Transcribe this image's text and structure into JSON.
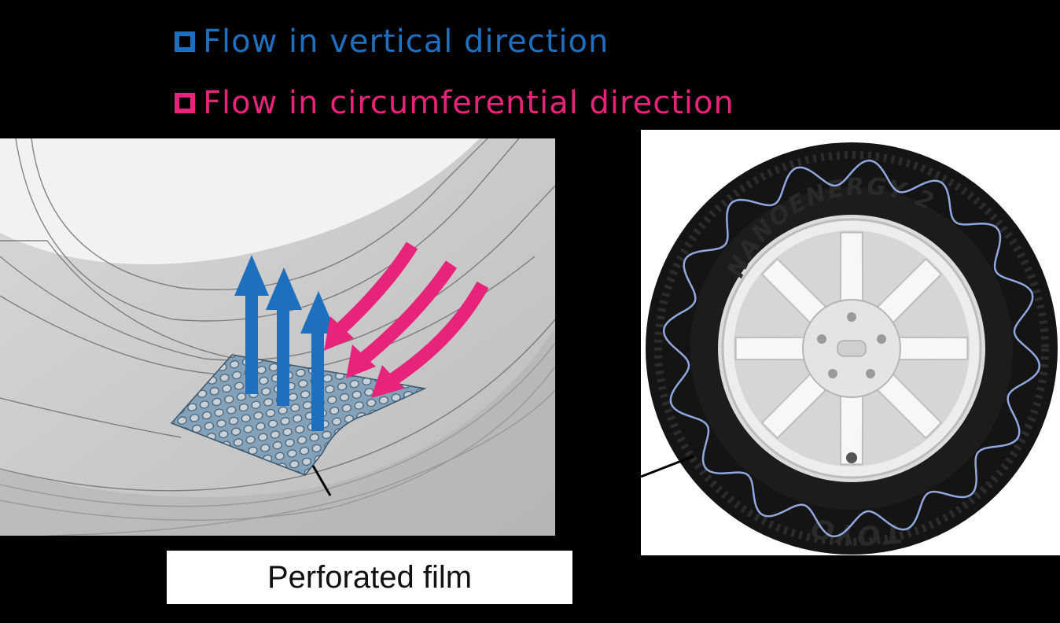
{
  "legend": {
    "vertical_label": "Flow in vertical direction",
    "circumferential_label": "Flow in circumferential direction",
    "vertical_color": "#1f6fbf",
    "circumferential_color": "#e8237a"
  },
  "caption": {
    "label": "Perforated film"
  },
  "tire": {
    "sidewall_text": "NANOENERGY 2",
    "brand_text": "TOYO",
    "wave_color": "#8fa8e0"
  }
}
